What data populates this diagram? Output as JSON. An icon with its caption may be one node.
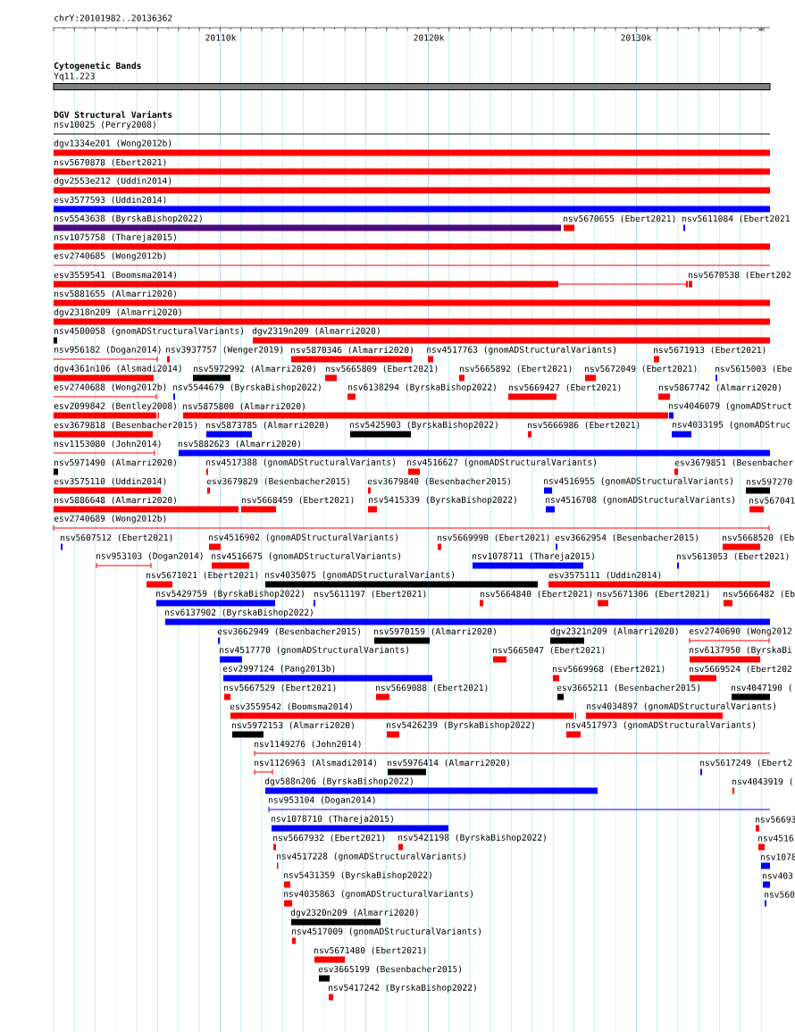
{
  "diagram": {
    "labels": [
      "chrY:20101982..20136362",
      "20110k",
      "20120k",
      "20130k",
      "Cytogenetic Bands",
      "Yq11.223",
      "DGV Structural Variants",
      "nsv10025 (Perry2008)",
      "dgv1334e201 (Wong2012b)",
      "nsv5670878 (Ebert2021)",
      "dgv2553e212 (Uddin2014)",
      "esv3577593 (Uddin2014)",
      "nsv5543638 (ByrskaBishop2022)",
      "nsv5670655 (Ebert2021)",
      "nsv5611084 (Ebert2021",
      "nsv1075758 (Thareja2015)",
      "esv2740685 (Wong2012b)",
      "esv3559541 (Boomsma2014)",
      "nsv5670538 (Ebert202",
      "nsv5881655 (Almarri2020)",
      "dgv2318n209 (Almarri2020)",
      "nsv4500058 (gnomADStructuralVariants)",
      "dgv2319n209 (Almarri2020)",
      "nsv956182 (Dogan2014)",
      "nsv3937757 (Wenger2019)",
      "nsv5870346 (Almarri2020)",
      "nsv4517763 (gnomADStructuralVariants)",
      "nsv5671913 (Ebert2021)",
      "dgv4361n106 (Alsmadi2014)",
      "nsv5972992 (Almarri2020)",
      "nsv5665809 (Ebert2021)",
      "nsv5665892 (Ebert2021)",
      "nsv5672049 (Ebert2021)",
      "nsv5615003 (Ebe",
      "esv2740688 (Wong2012b)",
      "nsv5544679 (ByrskaBishop2022)",
      "nsv6138294 (ByrskaBishop2022)",
      "nsv5669427 (Ebert2021)",
      "nsv5867742 (Almarri2020)",
      "esv2099842 (Bentley2008)",
      "nsv5875800 (Almarri2020)",
      "nsv4046079 (gnomADStruct",
      "esv3679818 (Besenbacher2015)",
      "nsv5873785 (Almarri2020)",
      "nsv5425903 (ByrskaBishop2022)",
      "nsv5666986 (Ebert2021)",
      "nsv4033195 (gnomADStruc",
      "nsv1153080 (John2014)",
      "nsv5882623 (Almarri2020)",
      "nsv5971490 (Almarri2020)",
      "nsv4517388 (gnomADStructuralVariants)",
      "nsv4516627 (gnomADStructuralVariants)",
      "esv3679851 (Besenbacher",
      "esv3575110 (Uddin2014)",
      "esv3679829 (Besenbacher2015)",
      "esv3679840 (Besenbacher2015)",
      "nsv4516955 (gnomADStructuralVariants)",
      "nsv597270",
      "nsv5886648 (Almarri2020)",
      "nsv5668459 (Ebert2021)",
      "nsv5415339 (ByrskaBishop2022)",
      "nsv4516708 (gnomADStructuralVariants)",
      "nsv567041",
      "esv2740689 (Wong2012b)",
      "nsv5607512 (Ebert2021)",
      "nsv4516902 (gnomADStructuralVariants)",
      "nsv5669990 (Ebert2021)",
      "esv3662954 (Besenbacher2015)",
      "nsv5668520 (Eb",
      "nsv953103 (Dogan2014)",
      "nsv4516675 (gnomADStructuralVariants)",
      "nsv1078711 (Thareja2015)",
      "nsv5613053 (Ebert2021)",
      "nsv5671021 (Ebert2021)",
      "nsv4035075 (gnomADStructuralVariants)",
      "esv3575111 (Uddin2014)",
      "nsv5429759 (ByrskaBishop2022)",
      "nsv5611197 (Ebert2021)",
      "nsv5664840 (Ebert2021)",
      "nsv5671306 (Ebert2021)",
      "nsv5666482 (Eb",
      "nsv6137902 (ByrskaBishop2022)",
      "esv3662949 (Besenbacher2015)",
      "nsv5970159 (Almarri2020)",
      "dgv2321n209 (Almarri2020)",
      "esv2740690 (Wong2012",
      "nsv4517770 (gnomADStructuralVariants)",
      "nsv5665047 (Ebert2021)",
      "nsv6137950 (ByrskaBi",
      "esv2997124 (Pang2013b)",
      "nsv5669968 (Ebert2021)",
      "nsv5669524 (Ebert202",
      "nsv5667529 (Ebert2021)",
      "nsv5669088 (Ebert2021)",
      "esv3665211 (Besenbacher2015)",
      "nsv4047190 (",
      "esv3559542 (Boomsma2014)",
      "nsv4034897 (gnomADStructuralVariants)",
      "nsv5972153 (Almarri2020)",
      "nsv5426239 (ByrskaBishop2022)",
      "nsv4517973 (gnomADStructuralVariants)",
      "nsv1149276 (John2014)",
      "nsv1126963 (Alsmadi2014)",
      "nsv5976414 (Almarri2020)",
      "nsv5617249 (Ebert2",
      "dgv588n206 (ByrskaBishop2022)",
      "nsv4043919 (",
      "nsv953104 (Dogan2014)",
      "nsv1078710 (Thareja2015)",
      "nsv56693",
      "nsv5667932 (Ebert2021)",
      "nsv5421198 (ByrskaBishop2022)",
      "nsv4516",
      "nsv4517228 (gnomADStructuralVariants)",
      "nsv1078",
      "nsv5431359 (ByrskaBishop2022)",
      "nsv403",
      "nsv4035863 (gnomADStructuralVariants)",
      "nsv560",
      "dgv2320n209 (Almarri2020)",
      "nsv4517009 (gnomADStructuralVariants)",
      "nsv5671480 (Ebert2021)",
      "esv3665199 (Besenbacher2015)",
      "nsv5417242 (ByrskaBishop2022)"
    ]
  }
}
